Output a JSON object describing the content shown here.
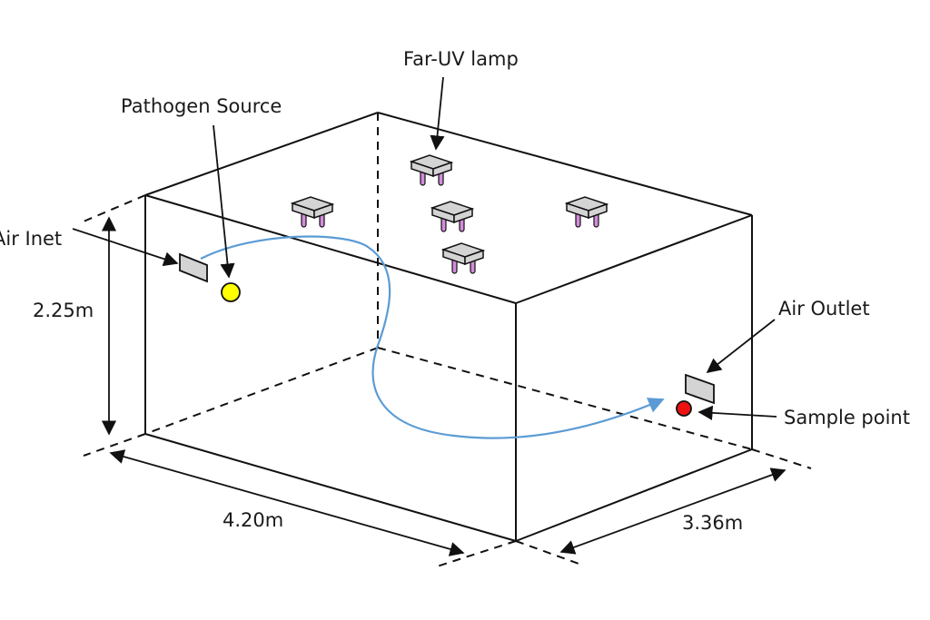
{
  "labels": {
    "far_uv_lamp": "Far-UV lamp",
    "pathogen_source": "Pathogen Source",
    "air_inlet": "Air Inet",
    "air_outlet": "Air Outlet",
    "sample_point": "Sample point"
  },
  "dimensions": {
    "height": "2.25m",
    "length": "4.20m",
    "width": "3.36m"
  },
  "lamp_count": 5,
  "colors": {
    "pathogen_source": "#ffff00",
    "sample_point": "#ee1111",
    "airflow": "#5b9bd5",
    "lamp_body": "#d4d4d4",
    "lamp_legs": "#d38cdc",
    "vent": "#d4d4d4"
  }
}
